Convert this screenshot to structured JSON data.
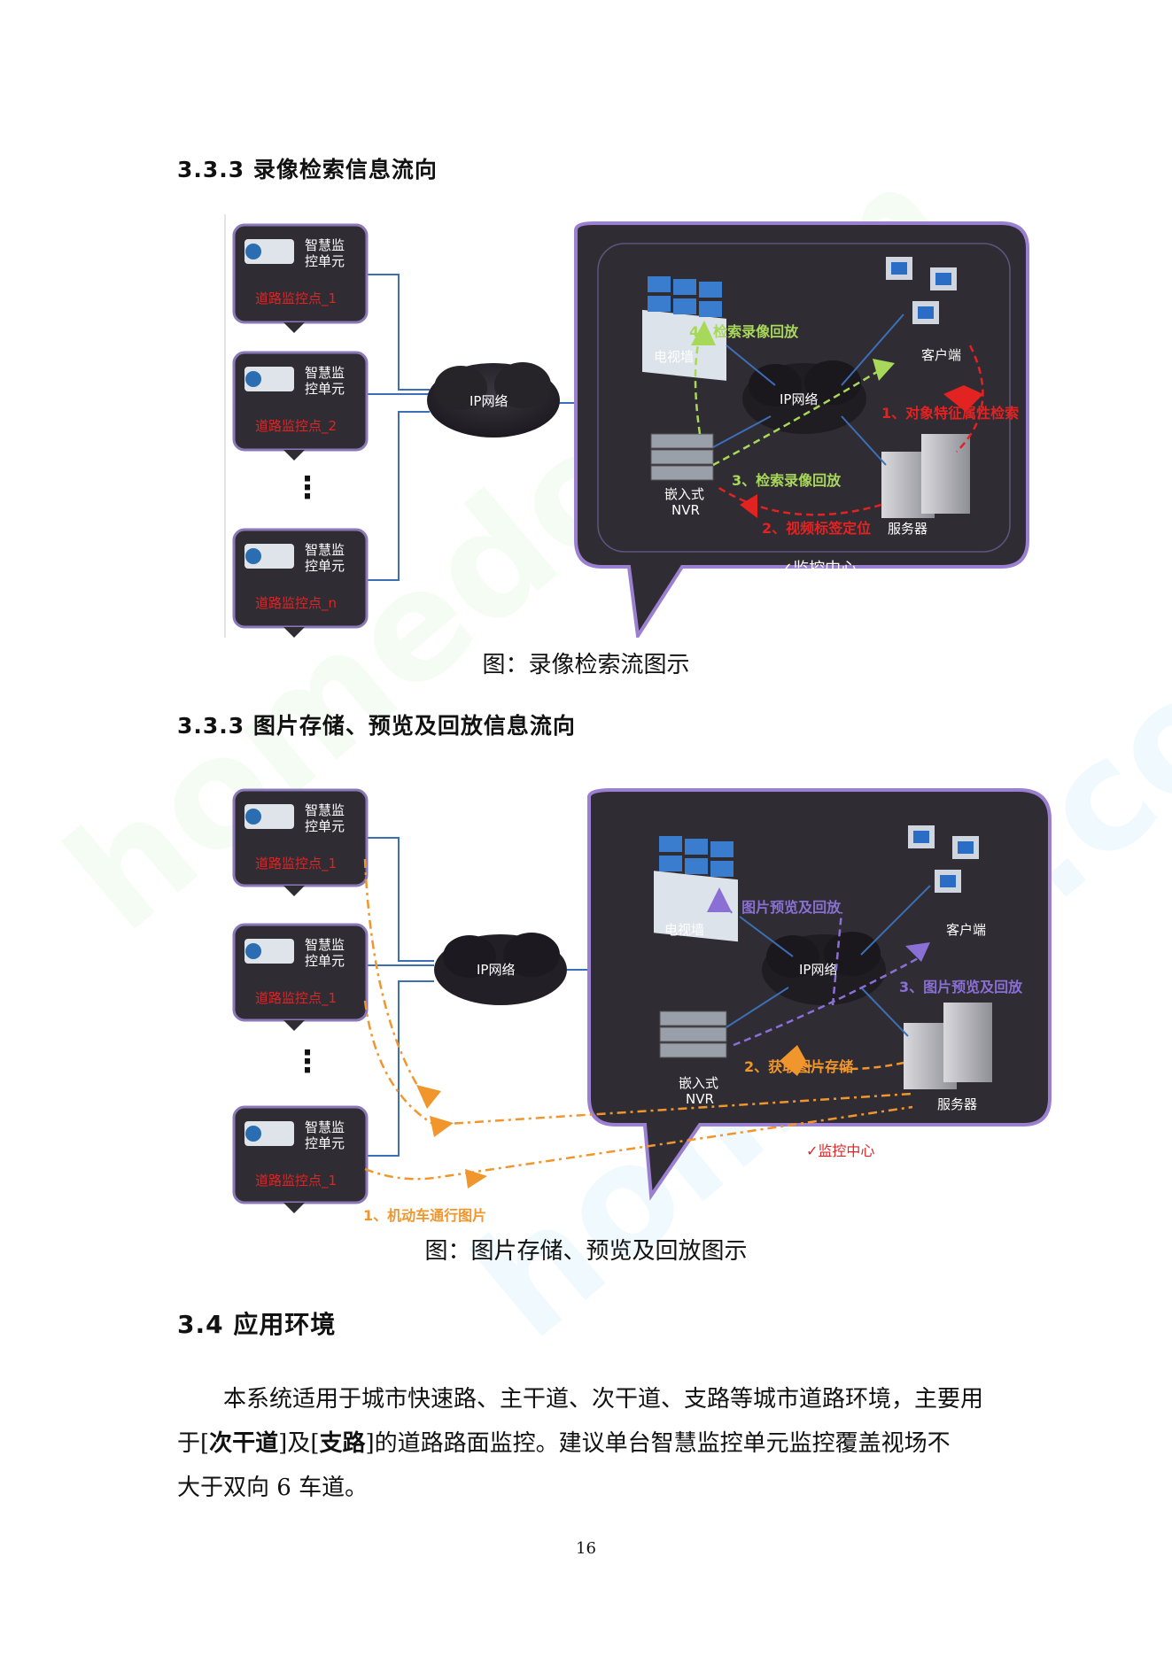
{
  "sections": {
    "s1_title": "3.3.3 录像检索信息流向",
    "s2_title": "3.3.3 图片存储、预览及回放信息流向",
    "s3_title": "3.4 应用环境"
  },
  "fig1": {
    "unit_label_a": "智慧监",
    "unit_label_b": "控单元",
    "points": [
      "道路监控点_1",
      "道路监控点_2",
      "道路监控点_n"
    ],
    "ellipsis": "⋮",
    "cloud_outer": "IP网络",
    "cloud_inner": "IP网络",
    "tv_wall": "电视墙",
    "client": "客户端",
    "nvr_a": "嵌入式",
    "nvr_b": "NVR",
    "server": "服务器",
    "step4": "4、检索录像回放",
    "step3": "3、检索录像回放",
    "step1": "1、对象特征属性检索",
    "step2": "2、视频标签定位",
    "center": "✓监控中心",
    "caption": "图：录像检索流图示"
  },
  "fig2": {
    "unit_label_a": "智慧监",
    "unit_label_b": "控单元",
    "points": [
      "道路监控点_1",
      "道路监控点_1",
      "道路监控点_1"
    ],
    "ellipsis": "⋮",
    "cloud_outer": "IP网络",
    "cloud_inner": "IP网络",
    "tv_wall": "电视墙",
    "client": "客户端",
    "nvr_a": "嵌入式",
    "nvr_b": "NVR",
    "server": "服务器",
    "step3a": "3、图片预览及回放",
    "step3b": "3、图片预览及回放",
    "step2": "2、获取图片存储",
    "step1": "1、机动车通行图片",
    "center": "✓监控中心",
    "caption": "图：图片存储、预览及回放图示"
  },
  "paragraph": {
    "line1": "本系统适用于城市快速路、主干道、次干道、支路等城市道路环境，主要用",
    "l2_a": "于[",
    "l2_b": "次干道",
    "l2_c": "]及[",
    "l2_d": "支路",
    "l2_e": "]的道路路面监控。建议单台智慧监控单元监控覆盖视场不",
    "line3": "大于双向 6 车道。"
  },
  "page_number": "16",
  "colors": {
    "panel": "#2f2c33",
    "panel_glow": "#9b7fd0",
    "red": "#e32222",
    "green": "#a8d85a",
    "purple": "#8a6fd4",
    "orange": "#f0962c",
    "link": "#3d6fb6"
  }
}
